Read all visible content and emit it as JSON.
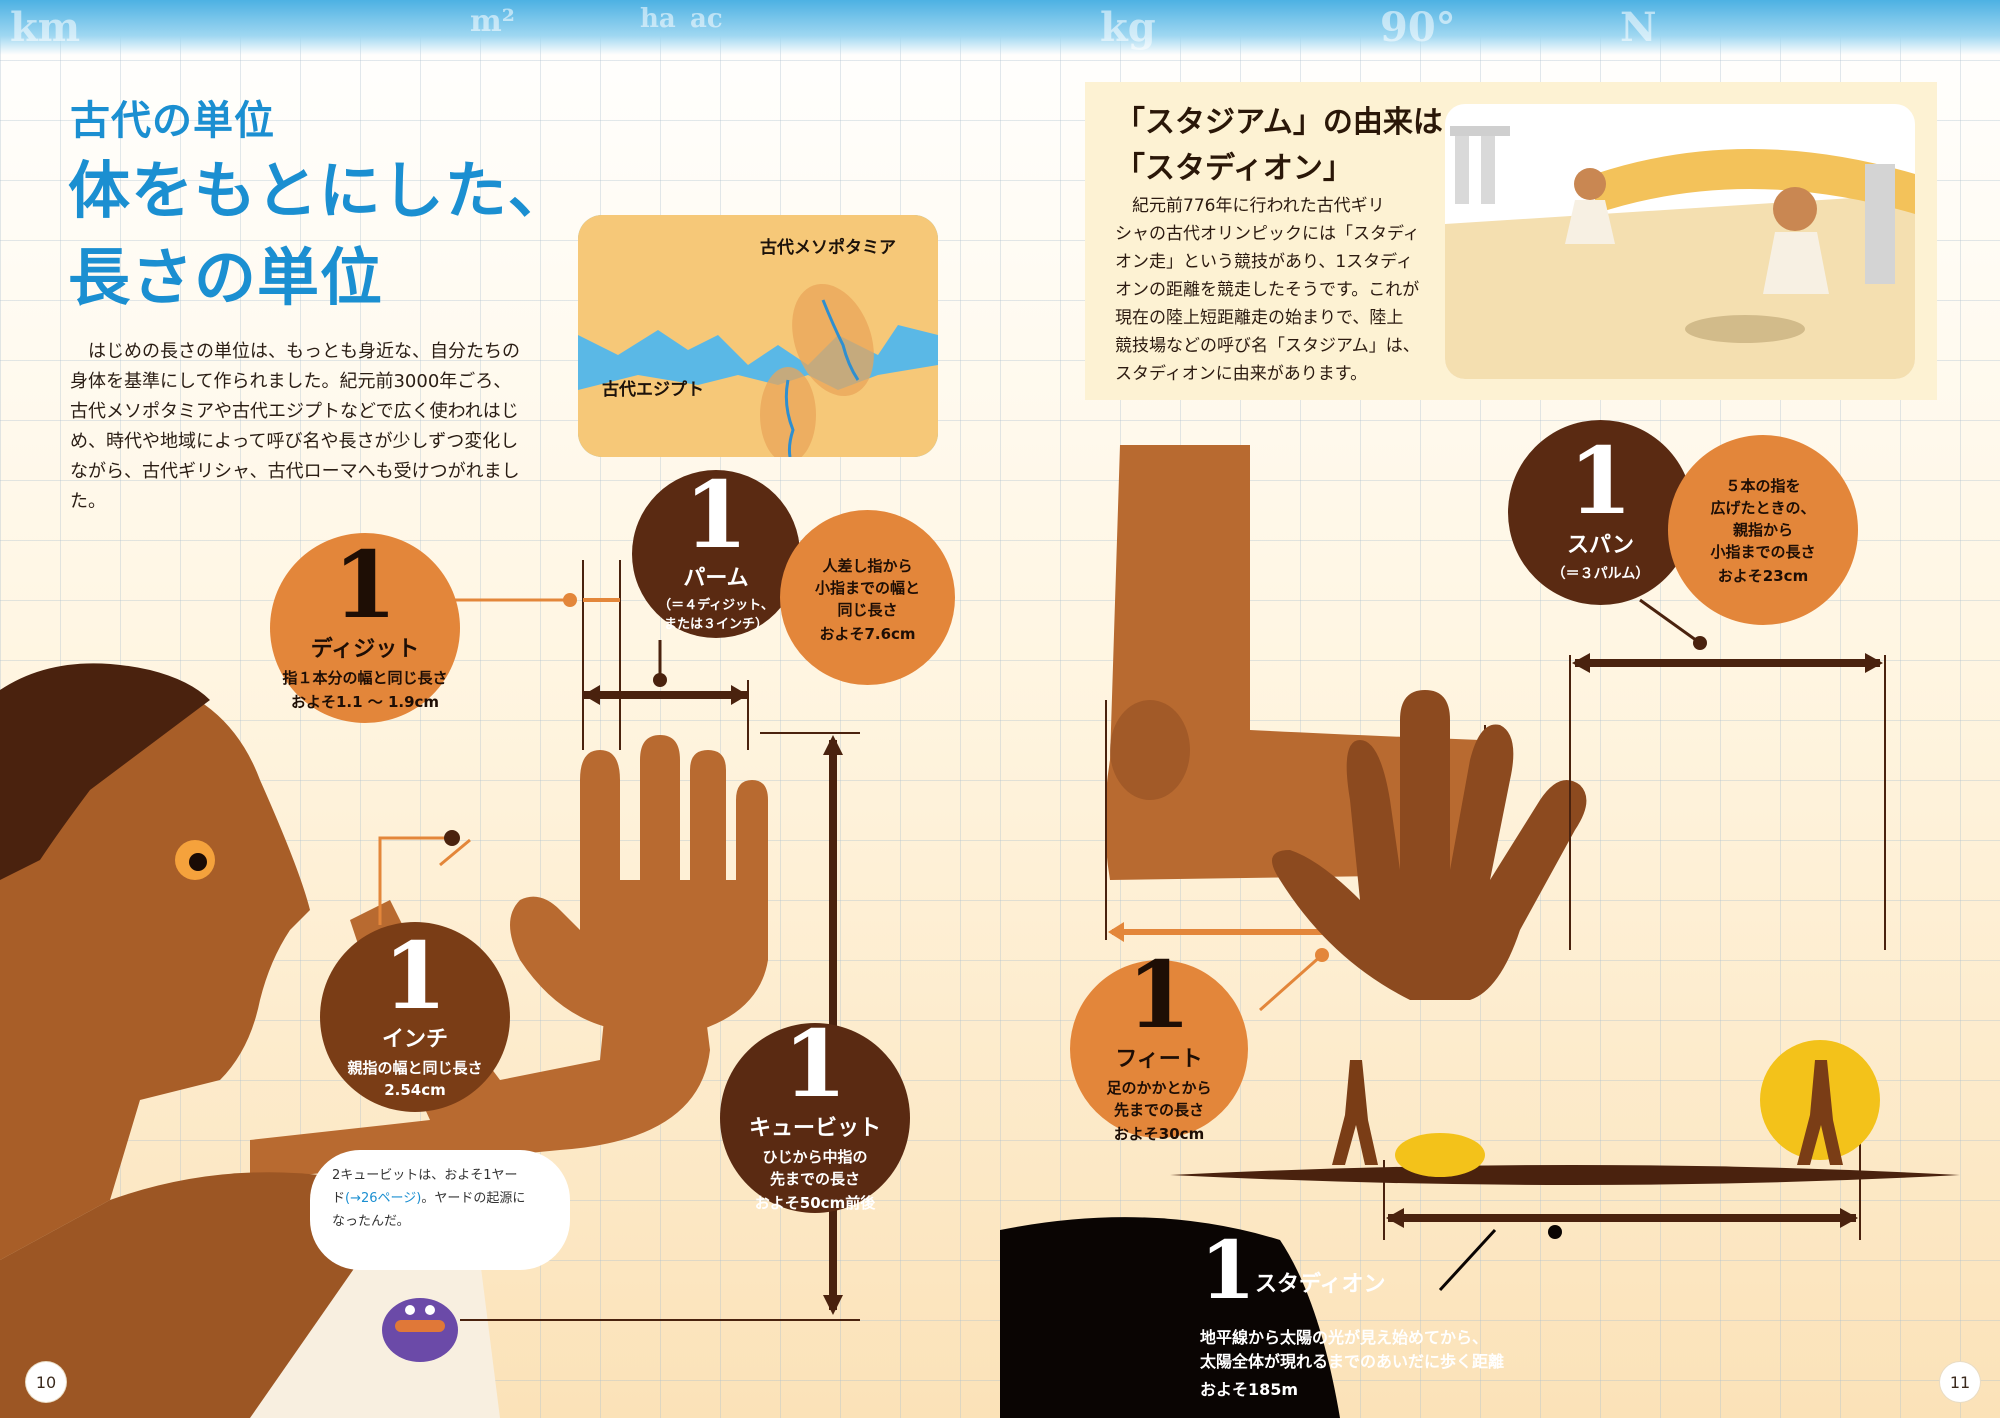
{
  "header": {
    "banner_glyphs": [
      "km",
      "m²",
      "ha",
      "ac",
      "kg",
      "90°",
      "N"
    ]
  },
  "left_page": {
    "page_number": "10",
    "title_sub": "古代の単位",
    "title_line1": "体をもとにした、",
    "title_line2": "長さの単位",
    "intro": [
      "　はじめの長さの単位は、もっとも身近な、自分たちの",
      "身体を基準にして作られました。紀元前3000年ごろ、",
      "古代メソポタミアや古代エジプトなどで広く使われはじ",
      "め、時代や地域によって呼び名や長さが少しずつ変化し",
      "ながら、古代ギリシャ、古代ローマへも受けつがれまし",
      "た。"
    ],
    "map": {
      "label_mesopotamia": "古代メソポタミア",
      "label_egypt": "古代エジプト"
    },
    "units": {
      "digit": {
        "number": "1",
        "name": "ディジット",
        "desc": "指１本分の幅と同じ長さ",
        "value": "およそ1.1 ～ 1.9cm"
      },
      "palm": {
        "number": "1",
        "name": "パーム",
        "note1": "（＝４ディジット、",
        "note2": "または３インチ）"
      },
      "palm_info": {
        "line1": "人差し指から",
        "line2": "小指までの幅と",
        "line3": "同じ長さ",
        "value": "およそ7.6cm"
      },
      "inch": {
        "number": "1",
        "name": "インチ",
        "desc": "親指の幅と同じ長さ",
        "value": "2.54cm"
      },
      "cubit": {
        "number": "1",
        "name": "キュービット",
        "desc1": "ひじから中指の",
        "desc2": "先までの長さ",
        "value": "およそ50cm前後"
      }
    },
    "bubble": {
      "line1": "2キュービットは、およそ1ヤー",
      "line2_pre": "ド",
      "line2_link": "(→26ページ)",
      "line2_post": "。ヤードの起源に",
      "line3": "なったんだ。"
    }
  },
  "right_page": {
    "page_number": "11",
    "box": {
      "title_line1": "「スタジアム」の由来は",
      "title_line2": "「スタディオン」",
      "text": [
        "　紀元前776年に行われた古代ギリ",
        "シャの古代オリンピックには「スタディ",
        "オン走」という競技があり、1スタディ",
        "オンの距離を競走したそうです。これが",
        "現在の陸上短距離走の始まりで、陸上",
        "競技場などの呼び名「スタジアム」は、",
        "スタディオンに由来があります。"
      ]
    },
    "units": {
      "span": {
        "number": "1",
        "name": "スパン",
        "note": "（＝３パルム）"
      },
      "span_info": {
        "line1": "５本の指を",
        "line2": "広げたときの、",
        "line3": "親指から",
        "line4": "小指までの長さ",
        "value": "およそ23cm"
      },
      "feet": {
        "number": "1",
        "name": "フィート",
        "desc1": "足のかかとから",
        "desc2": "先までの長さ",
        "value": "およそ30cm"
      },
      "stadion": {
        "number": "1",
        "name": "スタディオン",
        "desc1": "地平線から太陽の光が見え始めてから、",
        "desc2": "太陽全体が現れるまでのあいだに歩く距離",
        "value": "およそ185m"
      }
    }
  },
  "colors": {
    "title_blue": "#1b8fd1",
    "circle_light": "#e3863a",
    "circle_dark": "#5a2a12",
    "skin": "#b86a30",
    "arrow": "#4a220e"
  }
}
